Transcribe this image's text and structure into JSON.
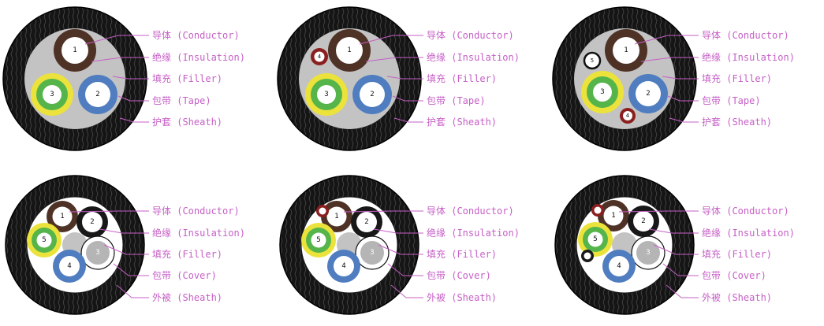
{
  "colors": {
    "label_text": "#c65fc6",
    "leader_line": "#c65fc6",
    "sheath_black": "#151515",
    "filler_gray": "#c3c3c3",
    "conductor_brown": "#4f3226",
    "core_blue": "#4f7dc0",
    "core_green": "#55b54a",
    "core_yellow": "#ece23c",
    "core_red": "#8b1f1f",
    "core_gray": "#b5b5b5"
  },
  "panels": [
    {
      "name": "3-core-cable",
      "cores": [
        "1",
        "2",
        "3"
      ],
      "labels": [
        "导体 (Conductor)",
        "绝缘 (Insulation)",
        "填充 (Filler)",
        "包带 (Tape)",
        "护套 (Sheath)"
      ]
    },
    {
      "name": "3-core-cable-with-pilot",
      "cores": [
        "1",
        "2",
        "3",
        "4"
      ],
      "labels": [
        "导体 (Conductor)",
        "绝缘 (Insulation)",
        "填充 (Filler)",
        "包带 (Tape)",
        "护套 (Sheath)"
      ]
    },
    {
      "name": "3-core-cable-with-two-pilots",
      "cores": [
        "1",
        "2",
        "3",
        "4",
        "5"
      ],
      "labels": [
        "导体 (Conductor)",
        "绝缘 (Insulation)",
        "填充 (Filler)",
        "包带 (Tape)",
        "护套 (Sheath)"
      ]
    },
    {
      "name": "5-core-cable",
      "cores": [
        "1",
        "2",
        "3",
        "4",
        "5"
      ],
      "labels": [
        "导体 (Conductor)",
        "绝缘 (Insulation)",
        "填充 (Filler)",
        "包带 (Cover)",
        "外被 (Sheath)"
      ]
    },
    {
      "name": "5-core-cable-with-pilot",
      "cores": [
        "1",
        "2",
        "3",
        "4",
        "5"
      ],
      "labels": [
        "导体 (Conductor)",
        "绝缘 (Insulation)",
        "填充 (Filler)",
        "包带 (Cover)",
        "外被 (Sheath)"
      ]
    },
    {
      "name": "5-core-cable-with-two-pilots",
      "cores": [
        "1",
        "2",
        "3",
        "4",
        "5"
      ],
      "labels": [
        "导体 (Conductor)",
        "绝缘 (Insulation)",
        "填充 (Filler)",
        "包带 (Cover)",
        "外被 (Sheath)"
      ]
    }
  ]
}
